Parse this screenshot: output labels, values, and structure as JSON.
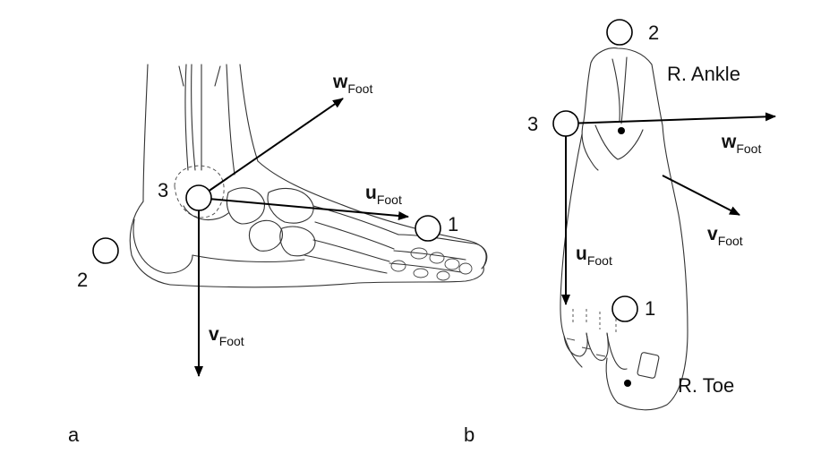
{
  "panels": {
    "a": {
      "letter": "a",
      "markers": [
        "1",
        "2",
        "3"
      ],
      "axes": {
        "w": {
          "main": "w",
          "sub": "Foot"
        },
        "u": {
          "main": "u",
          "sub": "Foot"
        },
        "v": {
          "main": "v",
          "sub": "Foot"
        }
      }
    },
    "b": {
      "letter": "b",
      "markers": [
        "1",
        "2",
        "3"
      ],
      "axes": {
        "w": {
          "main": "w",
          "sub": "Foot"
        },
        "u": {
          "main": "u",
          "sub": "Foot"
        },
        "v": {
          "main": "v",
          "sub": "Foot"
        }
      },
      "ankle_label": "R. Ankle",
      "toe_label": "R. Toe"
    }
  }
}
